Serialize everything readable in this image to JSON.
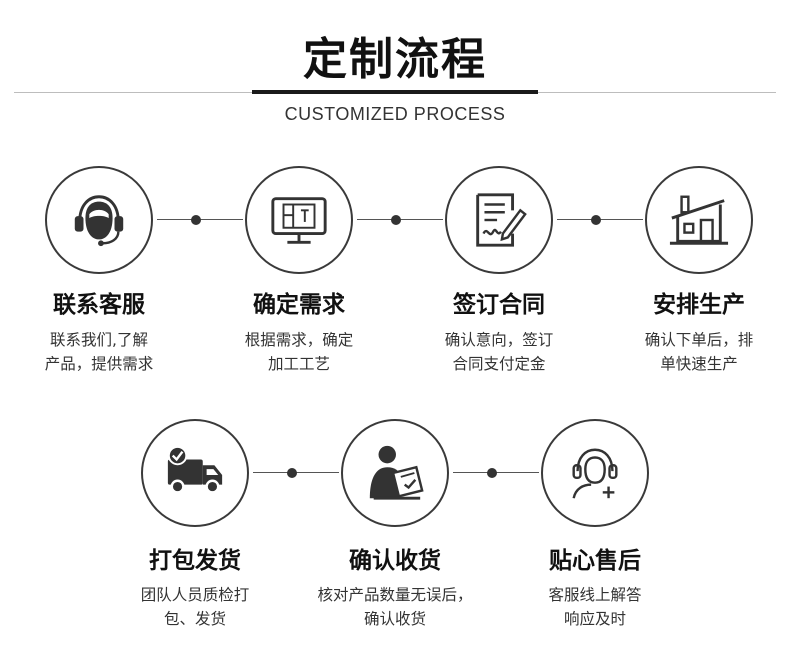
{
  "header": {
    "title": "定制流程",
    "subtitle": "CUSTOMIZED PROCESS"
  },
  "steps": [
    {
      "icon": "customer-service-headset-icon",
      "title": "联系客服",
      "desc1": "联系我们,了解",
      "desc2": "产品，提供需求"
    },
    {
      "icon": "monitor-blueprint-icon",
      "title": "确定需求",
      "desc1": "根据需求，确定",
      "desc2": "加工工艺"
    },
    {
      "icon": "contract-signing-icon",
      "title": "签订合同",
      "desc1": "确认意向，签订",
      "desc2": "合同支付定金"
    },
    {
      "icon": "factory-building-icon",
      "title": "安排生产",
      "desc1": "确认下单后，排",
      "desc2": "单快速生产"
    },
    {
      "icon": "delivery-truck-icon",
      "title": "打包发货",
      "desc1": "团队人员质检打",
      "desc2": "包、发货"
    },
    {
      "icon": "person-checking-document-icon",
      "title": "确认收货",
      "desc1": "核对产品数量无误后，",
      "desc2": "确认收货"
    },
    {
      "icon": "after-sales-support-icon",
      "title": "贴心售后",
      "desc1": "客服线上解答",
      "desc2": "响应及时"
    }
  ]
}
